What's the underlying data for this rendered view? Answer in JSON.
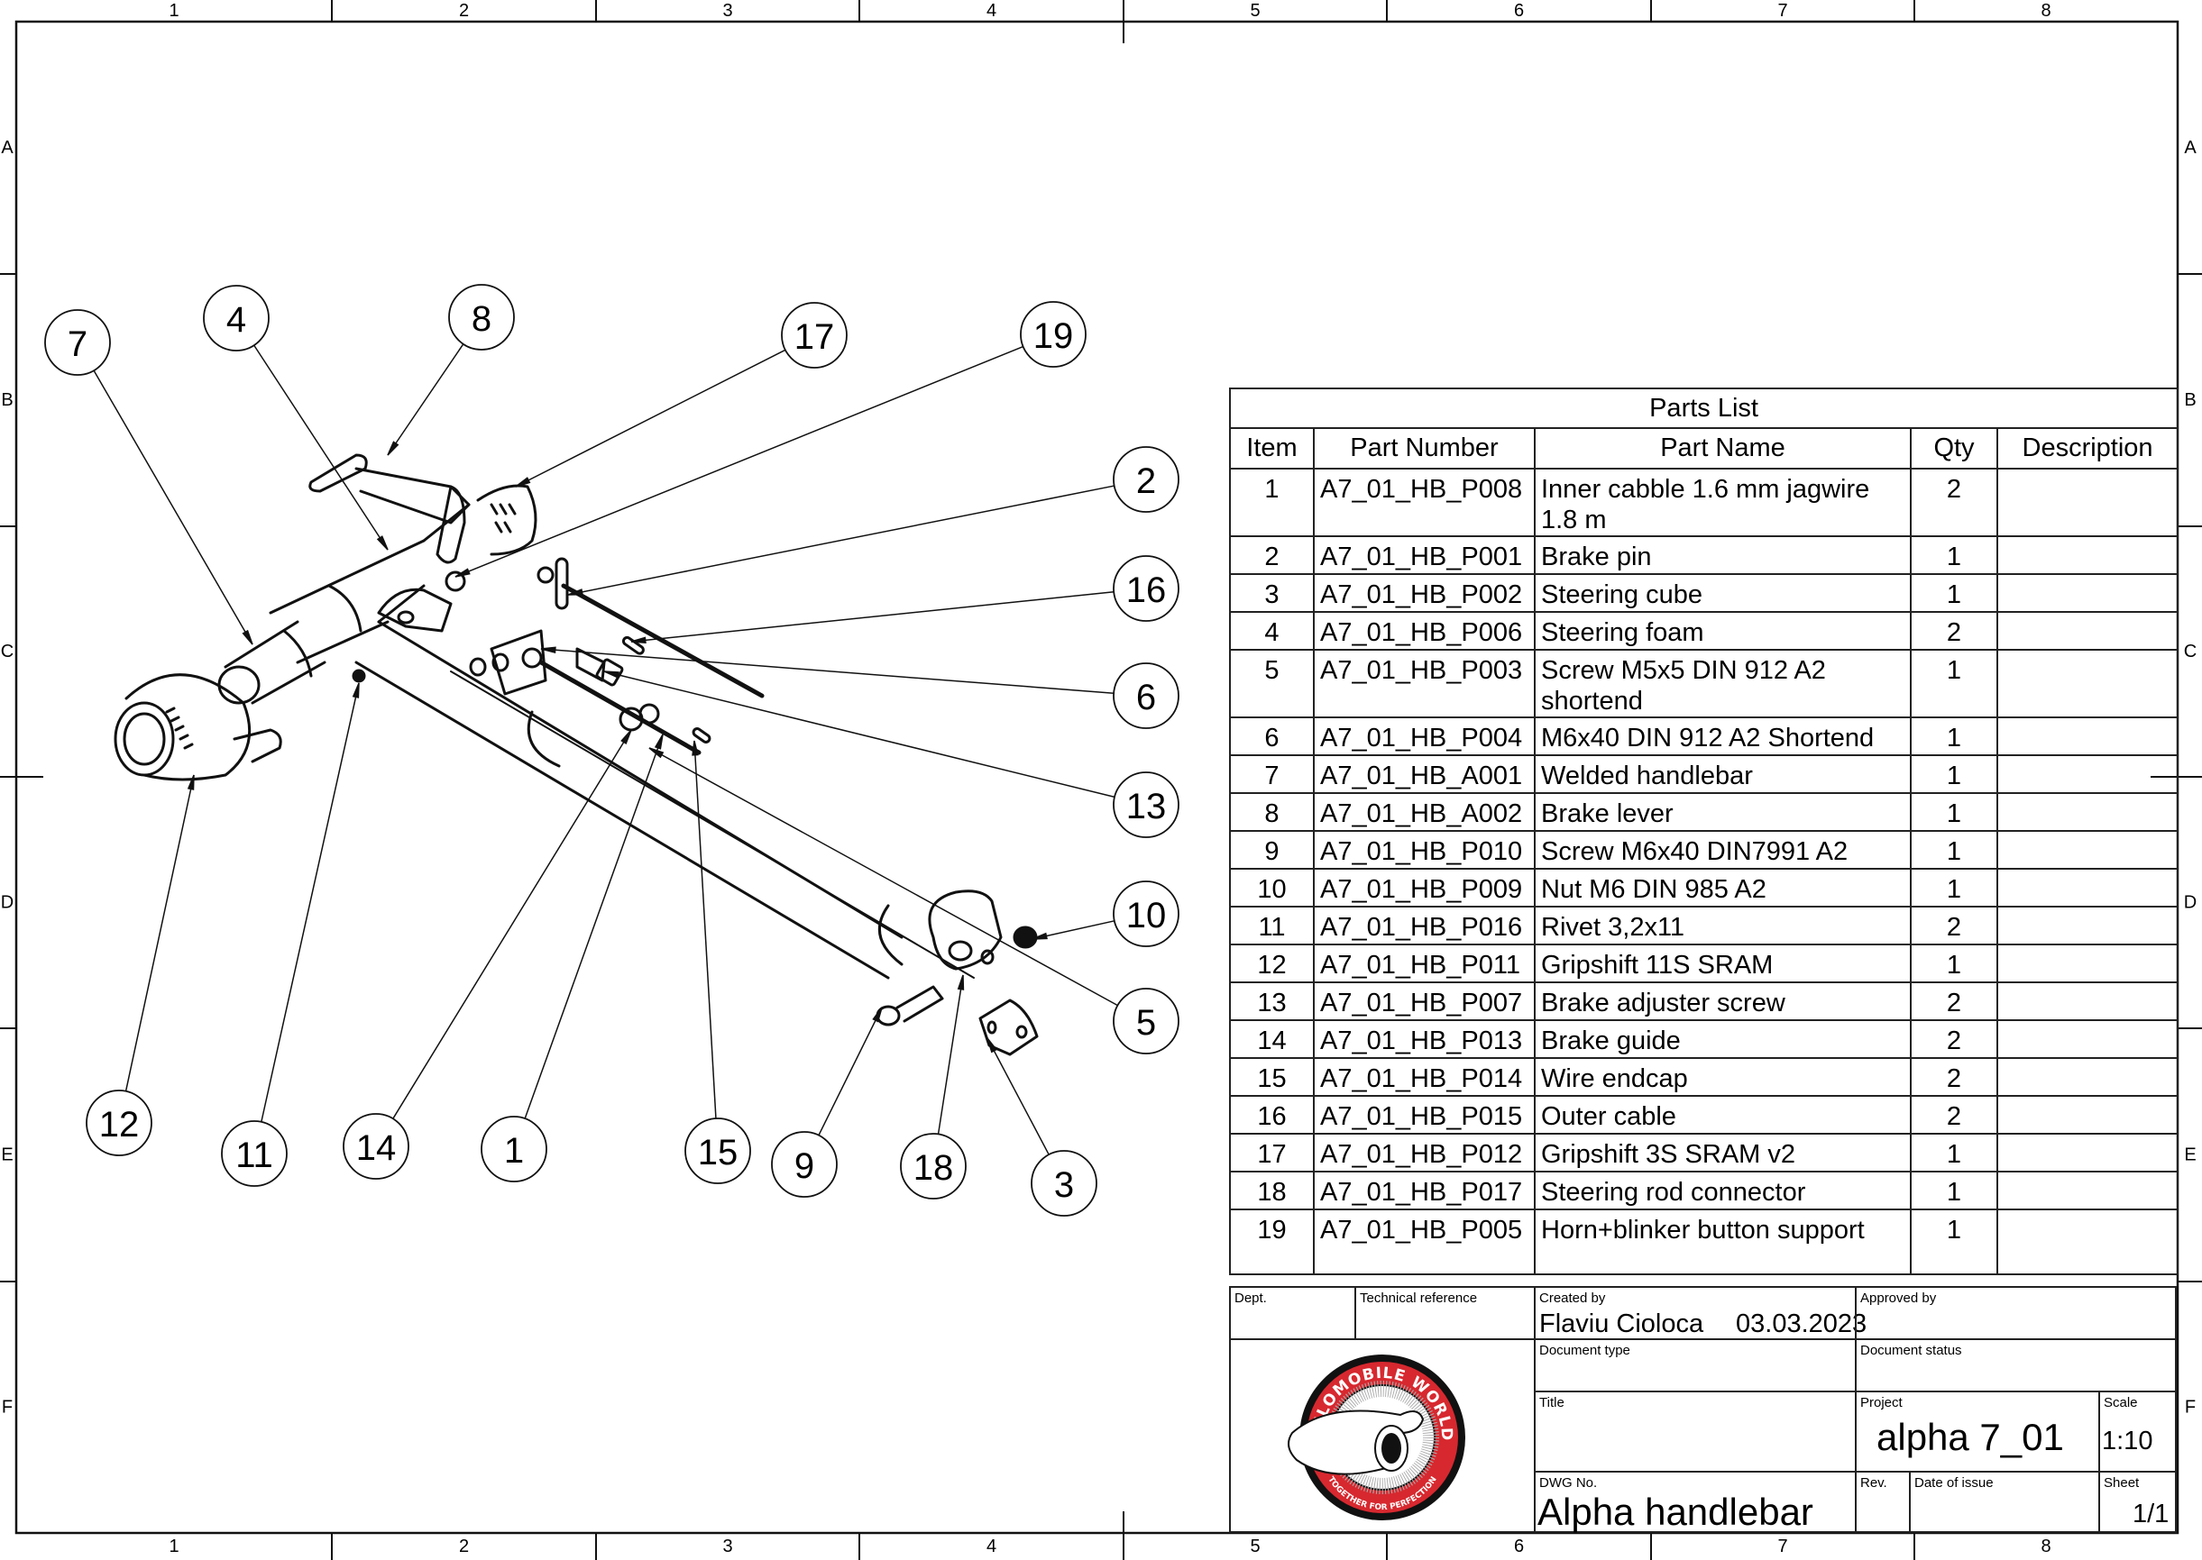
{
  "frame": {
    "columns": [
      "1",
      "2",
      "3",
      "4",
      "5",
      "6",
      "7",
      "8"
    ],
    "rows": [
      "A",
      "B",
      "C",
      "D",
      "E",
      "F"
    ]
  },
  "drawing": {
    "callouts": [
      {
        "label": "7"
      },
      {
        "label": "4"
      },
      {
        "label": "8"
      },
      {
        "label": "17"
      },
      {
        "label": "19"
      },
      {
        "label": "2"
      },
      {
        "label": "16"
      },
      {
        "label": "6"
      },
      {
        "label": "13"
      },
      {
        "label": "10"
      },
      {
        "label": "5"
      },
      {
        "label": "12"
      },
      {
        "label": "11"
      },
      {
        "label": "14"
      },
      {
        "label": "1"
      },
      {
        "label": "15"
      },
      {
        "label": "9"
      },
      {
        "label": "18"
      },
      {
        "label": "3"
      }
    ]
  },
  "parts_list": {
    "title": "Parts List",
    "headers": [
      "Item",
      "Part Number",
      "Part Name",
      "Qty",
      "Description"
    ],
    "rows": [
      {
        "item": "1",
        "part_number": "A7_01_HB_P008",
        "part_name": "Inner cabble 1.6 mm jagwire 1.8 m",
        "qty": "2",
        "description": ""
      },
      {
        "item": "2",
        "part_number": "A7_01_HB_P001",
        "part_name": "Brake pin",
        "qty": "1",
        "description": ""
      },
      {
        "item": "3",
        "part_number": "A7_01_HB_P002",
        "part_name": "Steering cube",
        "qty": "1",
        "description": ""
      },
      {
        "item": "4",
        "part_number": "A7_01_HB_P006",
        "part_name": "Steering foam",
        "qty": "2",
        "description": ""
      },
      {
        "item": "5",
        "part_number": "A7_01_HB_P003",
        "part_name": "Screw M5x5 DIN 912 A2 shortend",
        "qty": "1",
        "description": ""
      },
      {
        "item": "6",
        "part_number": "A7_01_HB_P004",
        "part_name": "M6x40 DIN 912 A2 Shortend",
        "qty": "1",
        "description": ""
      },
      {
        "item": "7",
        "part_number": "A7_01_HB_A001",
        "part_name": "Welded handlebar",
        "qty": "1",
        "description": ""
      },
      {
        "item": "8",
        "part_number": "A7_01_HB_A002",
        "part_name": "Brake lever",
        "qty": "1",
        "description": ""
      },
      {
        "item": "9",
        "part_number": "A7_01_HB_P010",
        "part_name": "Screw M6x40 DIN7991 A2",
        "qty": "1",
        "description": ""
      },
      {
        "item": "10",
        "part_number": "A7_01_HB_P009",
        "part_name": "Nut M6 DIN 985 A2",
        "qty": "1",
        "description": ""
      },
      {
        "item": "11",
        "part_number": "A7_01_HB_P016",
        "part_name": "Rivet 3,2x11",
        "qty": "2",
        "description": ""
      },
      {
        "item": "12",
        "part_number": "A7_01_HB_P011",
        "part_name": "Gripshift 11S SRAM",
        "qty": "1",
        "description": ""
      },
      {
        "item": "13",
        "part_number": "A7_01_HB_P007",
        "part_name": "Brake adjuster screw",
        "qty": "2",
        "description": ""
      },
      {
        "item": "14",
        "part_number": "A7_01_HB_P013",
        "part_name": "Brake guide",
        "qty": "2",
        "description": ""
      },
      {
        "item": "15",
        "part_number": "A7_01_HB_P014",
        "part_name": "Wire endcap",
        "qty": "2",
        "description": ""
      },
      {
        "item": "16",
        "part_number": "A7_01_HB_P015",
        "part_name": "Outer cable",
        "qty": "2",
        "description": ""
      },
      {
        "item": "17",
        "part_number": "A7_01_HB_P012",
        "part_name": "Gripshift 3S SRAM v2",
        "qty": "1",
        "description": ""
      },
      {
        "item": "18",
        "part_number": "A7_01_HB_P017",
        "part_name": "Steering rod connector",
        "qty": "1",
        "description": ""
      },
      {
        "item": "19",
        "part_number": "A7_01_HB_P005",
        "part_name": "Horn+blinker button support",
        "qty": "1",
        "description": ""
      }
    ]
  },
  "title_block": {
    "dept_label": "Dept.",
    "tech_ref_label": "Technical reference",
    "created_by_label": "Created by",
    "created_by": "Flaviu Cioloca",
    "created_date": "03.03.2023",
    "approved_by_label": "Approved by",
    "document_type_label": "Document type",
    "document_status_label": "Document status",
    "title_label": "Title",
    "project_label": "Project",
    "project": "alpha 7_01",
    "scale_label": "Scale",
    "scale": "1:10",
    "dwg_no_label": "DWG No.",
    "dwg_no": "Alpha handlebar",
    "rev_label": "Rev.",
    "date_of_issue_label": "Date of issue",
    "sheet_label": "Sheet",
    "sheet": "1/1",
    "logo": {
      "top_text": "VELOMOBILE WORLD",
      "bottom_text": "TOGETHER FOR PERFECTION",
      "accent_color": "#d7282f"
    }
  }
}
